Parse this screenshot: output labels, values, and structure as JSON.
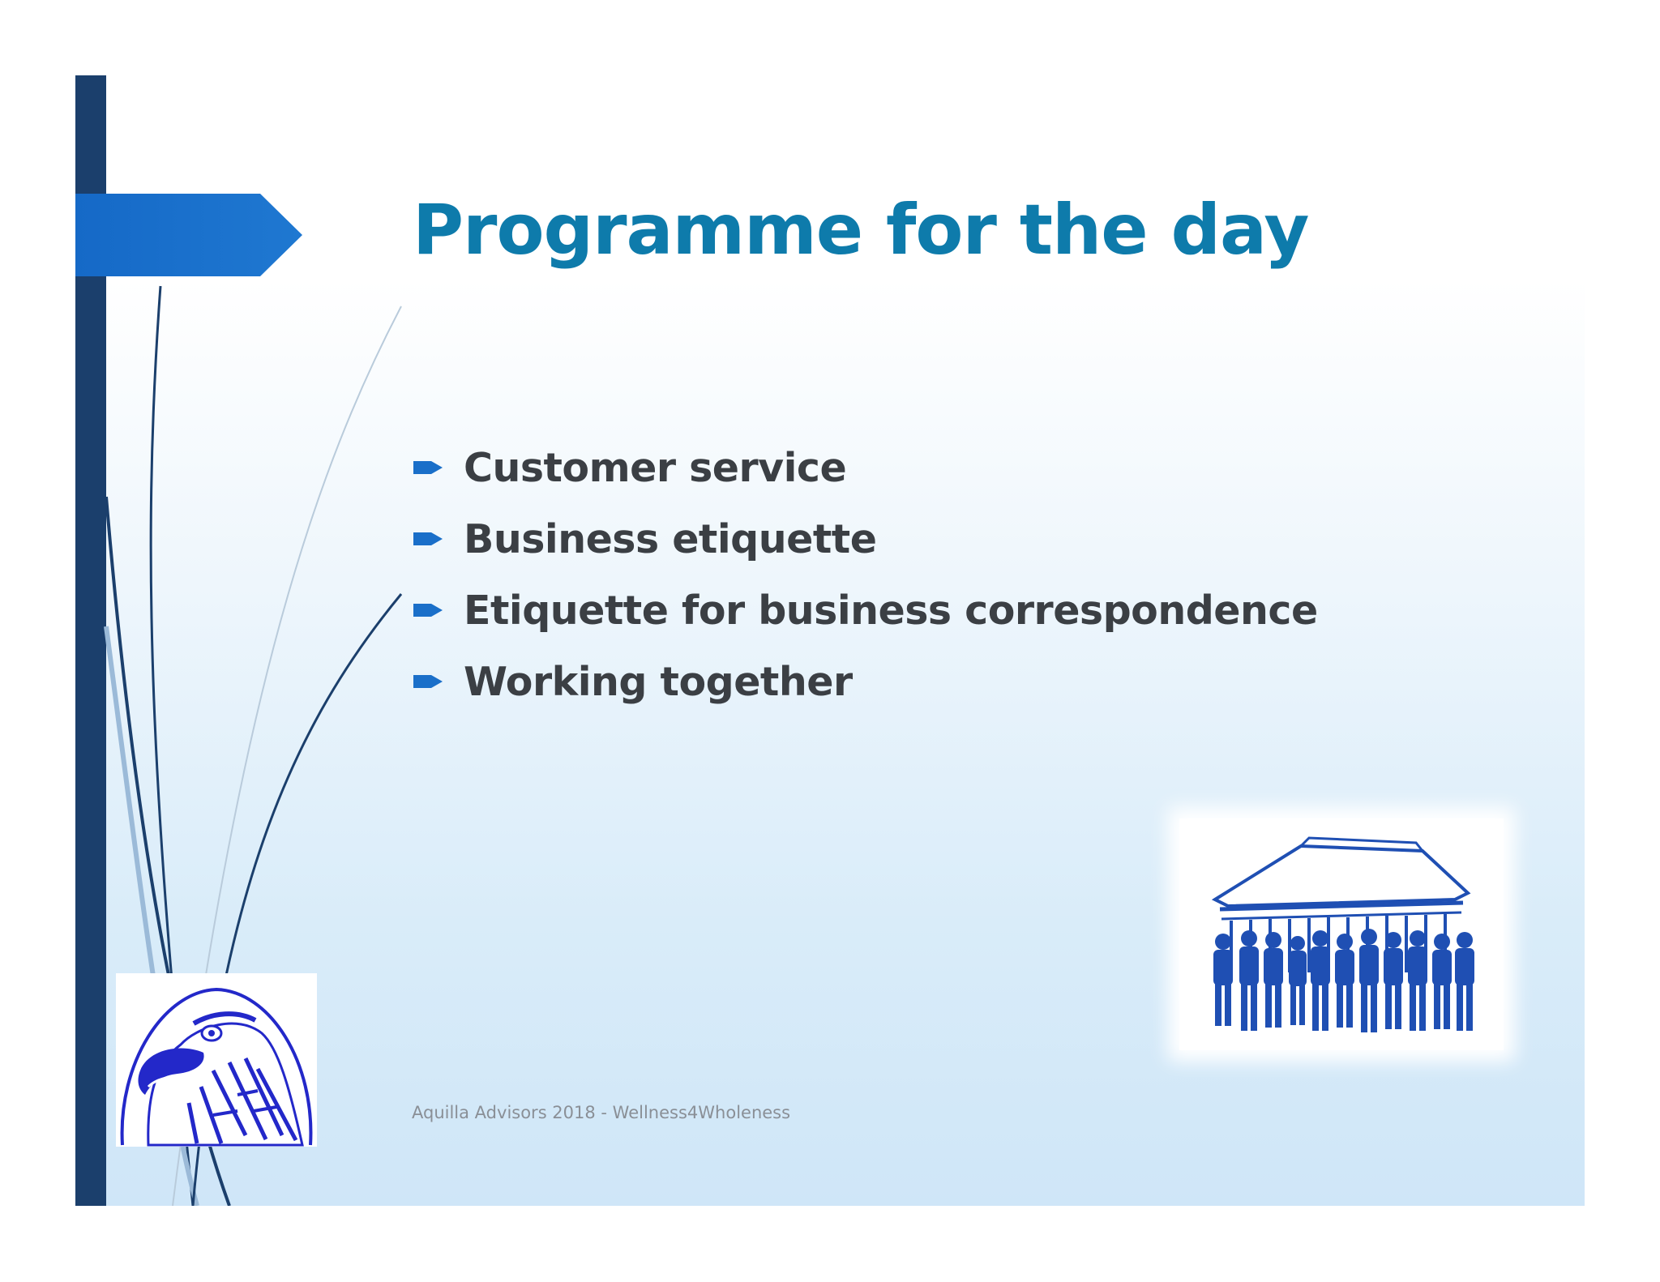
{
  "slide": {
    "title": "Programme for the day",
    "bullets": [
      "Customer service",
      "Business etiquette",
      "Etiquette for business correspondence",
      "Working together"
    ],
    "footer": "Aquilla Advisors 2018 - Wellness4Wholeness"
  },
  "images": {
    "logo": "eagle-head-logo",
    "illustration": "parthenon-with-people-silhouettes"
  },
  "colors": {
    "title": "#0e7bab",
    "bullet_arrow": "#1a6fc9",
    "left_bar": "#1b3f6c",
    "arrow_tab": "#1a6fc9",
    "body_text": "#3b3f44",
    "footer_text": "#8a8f96"
  }
}
